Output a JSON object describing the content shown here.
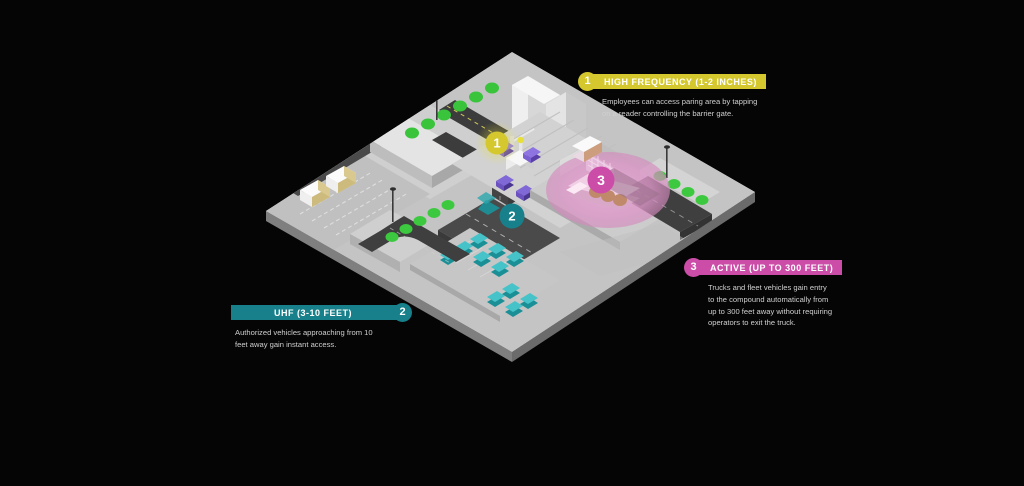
{
  "theme": {
    "background": "#050505",
    "yellow": "#d4c82e",
    "teal": "#17808a",
    "magenta": "#cc4da8",
    "body_text": "#cfcfcf"
  },
  "callouts": [
    {
      "number": "1",
      "title": "HIGH FREQUENCY (1-2 INCHES)",
      "body": "Employees can access paring area by tapping\non a reader controlling the barrier gate.",
      "color": "#d4c82e"
    },
    {
      "number": "2",
      "title": "UHF (3-10 FEET)",
      "body": "Authorized vehicles approaching from 10\nfeet away gain instant access.",
      "color": "#17808a"
    },
    {
      "number": "3",
      "title": "ACTIVE (UP TO 300 FEET)",
      "body": "Trucks and fleet vehicles gain entry\nto the compound automatically from\nup to 300 feet away without requiring\noperators to exit the truck.",
      "color": "#cc4da8"
    }
  ],
  "map_markers": [
    {
      "number": "1",
      "color": "#d4c82e",
      "label": "high-frequency-gate-marker"
    },
    {
      "number": "2",
      "color": "#17808a",
      "label": "uhf-entrance-marker"
    },
    {
      "number": "3",
      "color": "#cc4da8",
      "label": "active-loading-dock-marker"
    }
  ],
  "scene": {
    "name": "isometric-secure-facility",
    "zones": [
      "truck-staging-yard",
      "employee-parking-lot",
      "barrier-gate-entrance",
      "loading-dock",
      "active-detection-radius"
    ]
  }
}
